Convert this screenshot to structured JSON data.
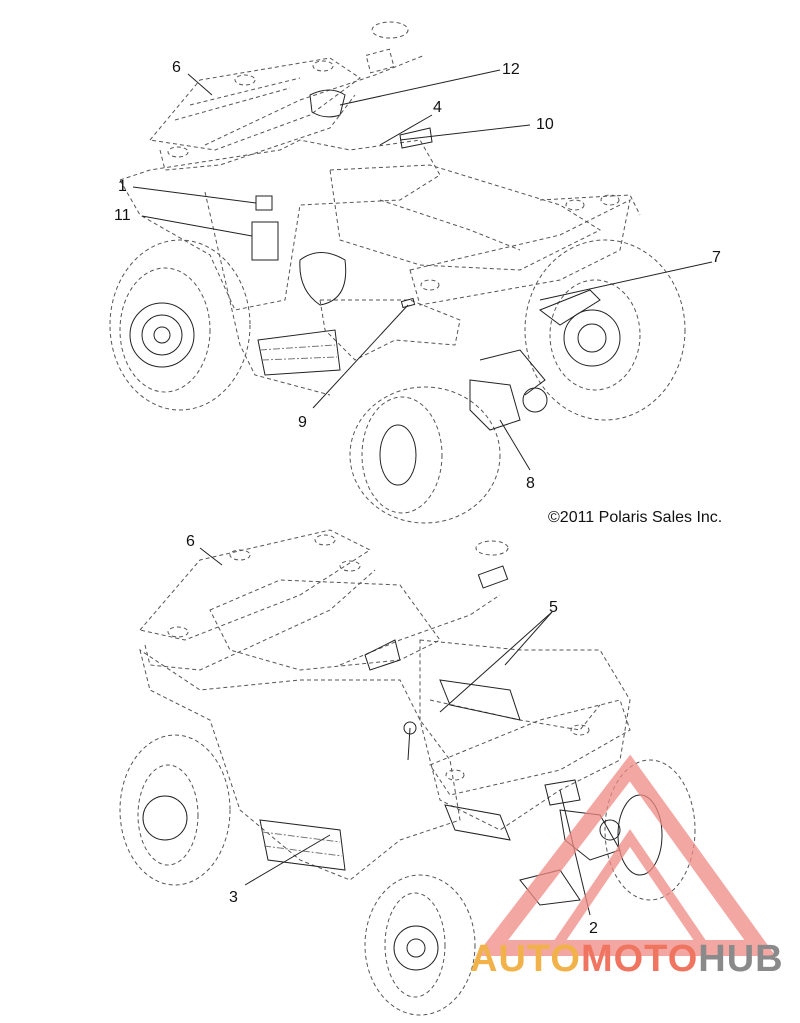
{
  "copyright": "©2011 Polaris Sales Inc.",
  "callouts": {
    "c1": "1",
    "c2": "2",
    "c3": "3",
    "c4": "4",
    "c5": "5",
    "c6a": "6",
    "c6b": "6",
    "c7": "7",
    "c8": "8",
    "c9": "9",
    "c10": "10",
    "c11": "11",
    "c12": "12"
  },
  "watermark": {
    "part1": "AUTO",
    "part2": "MOTO",
    "part3": "HUB",
    "colors": {
      "auto": "#f2b24a",
      "moto": "#ef7560",
      "hub": "#8a8a8a",
      "triangle": "#f08a84"
    }
  }
}
